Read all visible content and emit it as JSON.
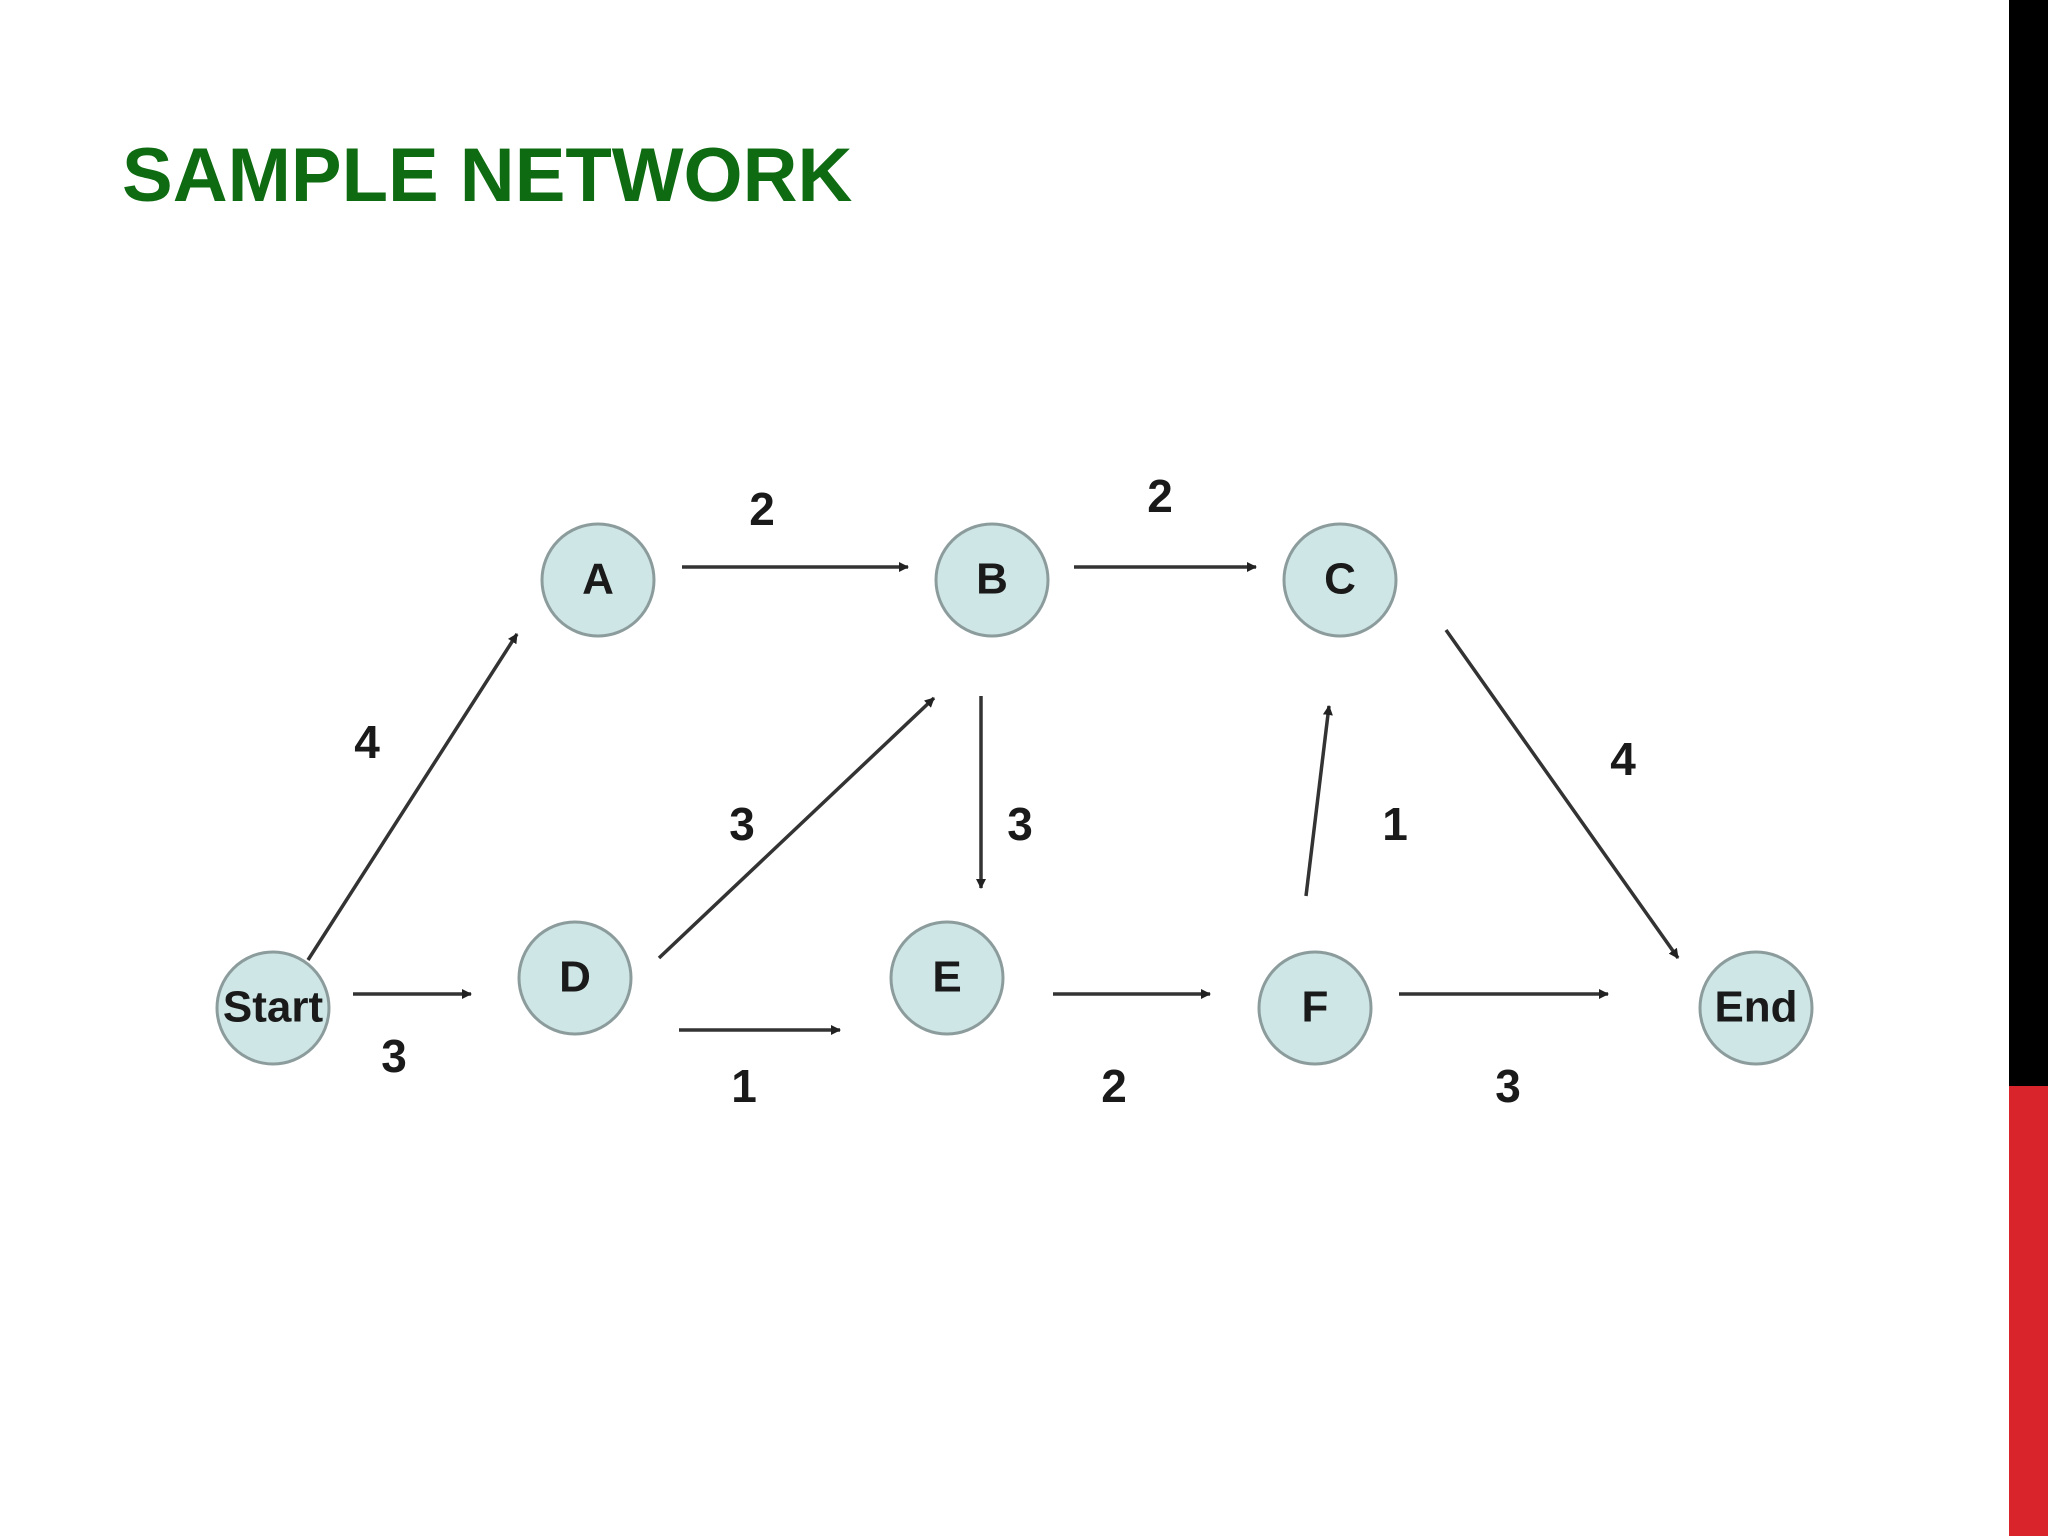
{
  "slide": {
    "title": "SAMPLE NETWORK",
    "title_color": "#0e6b12",
    "accent_black": "#000000",
    "accent_red": "#d8242a"
  },
  "network": {
    "node_fill": "#cfe6e6",
    "nodes": [
      {
        "id": "start",
        "label": "Start"
      },
      {
        "id": "a",
        "label": "A"
      },
      {
        "id": "b",
        "label": "B"
      },
      {
        "id": "c",
        "label": "C"
      },
      {
        "id": "d",
        "label": "D"
      },
      {
        "id": "e",
        "label": "E"
      },
      {
        "id": "f",
        "label": "F"
      },
      {
        "id": "end",
        "label": "End"
      }
    ],
    "edges": [
      {
        "from": "start",
        "to": "a",
        "weight": "4"
      },
      {
        "from": "start",
        "to": "d",
        "weight": "3"
      },
      {
        "from": "a",
        "to": "b",
        "weight": "2"
      },
      {
        "from": "b",
        "to": "c",
        "weight": "2"
      },
      {
        "from": "d",
        "to": "b",
        "weight": "3"
      },
      {
        "from": "b",
        "to": "e",
        "weight": "3"
      },
      {
        "from": "d",
        "to": "e",
        "weight": "1"
      },
      {
        "from": "e",
        "to": "f",
        "weight": "2"
      },
      {
        "from": "f",
        "to": "c",
        "weight": "1"
      },
      {
        "from": "c",
        "to": "end",
        "weight": "4"
      },
      {
        "from": "f",
        "to": "end",
        "weight": "3"
      }
    ]
  }
}
